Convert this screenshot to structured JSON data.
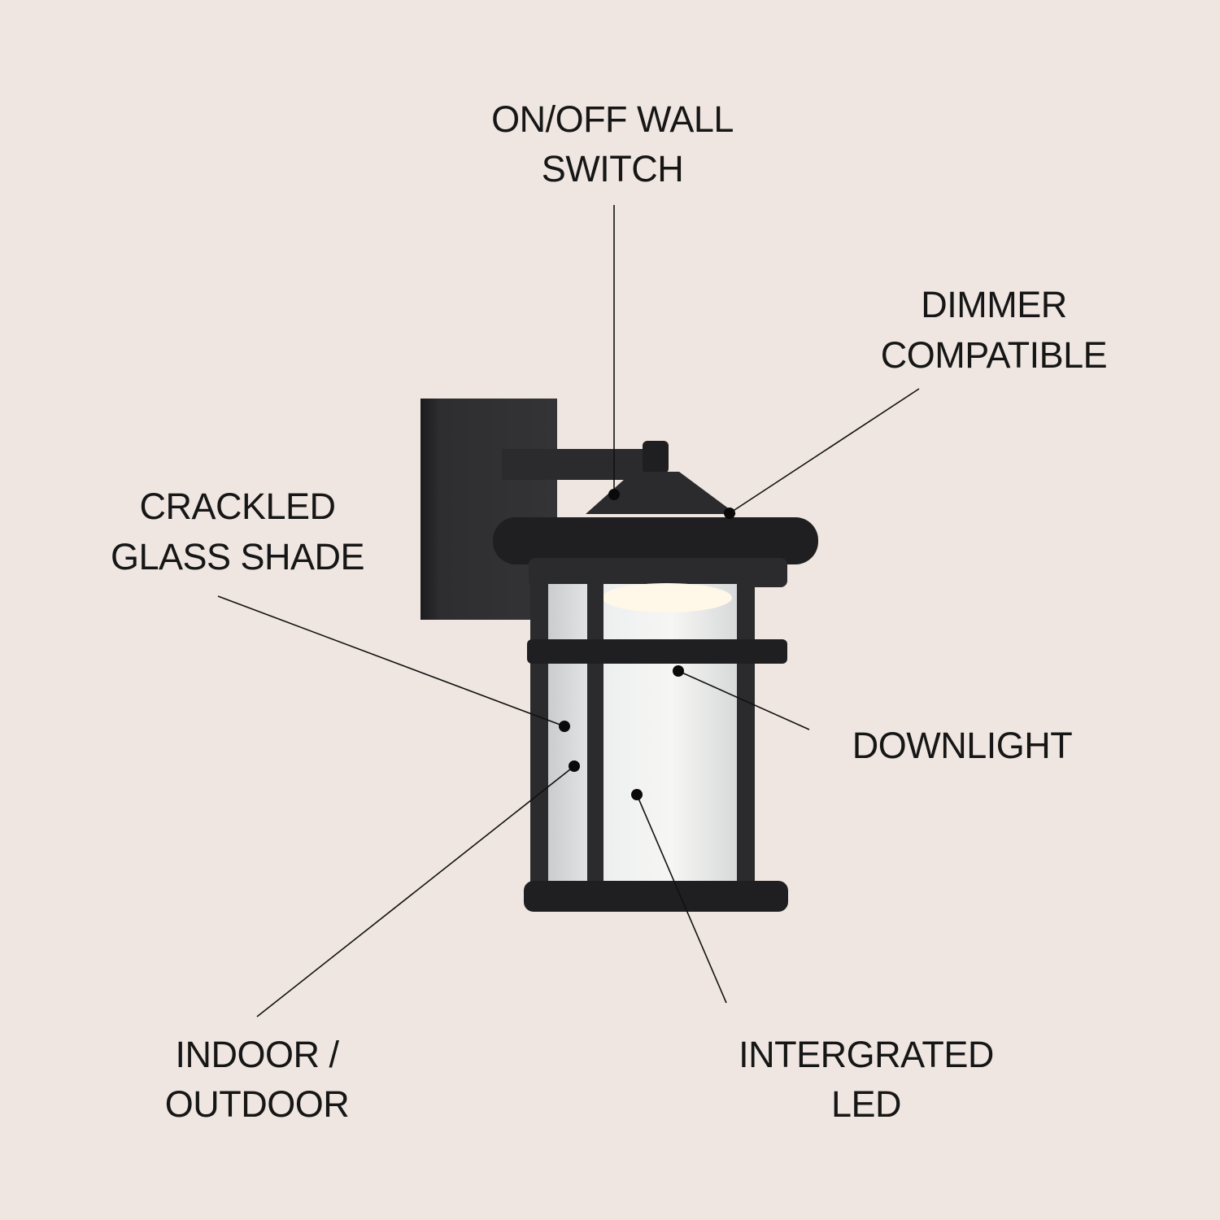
{
  "colors": {
    "background": "#efe6e1",
    "text": "#161616",
    "fixture": "#2b2b2d"
  },
  "callouts": [
    {
      "id": "switch",
      "lines": [
        "ON/OFF WALL",
        "SWITCH"
      ]
    },
    {
      "id": "dimmer",
      "lines": [
        "DIMMER",
        "COMPATIBLE"
      ]
    },
    {
      "id": "glass",
      "lines": [
        "CRACKLED",
        "GLASS SHADE"
      ]
    },
    {
      "id": "downlight",
      "lines": [
        "DOWNLIGHT"
      ]
    },
    {
      "id": "indoor",
      "lines": [
        "INDOOR /",
        "OUTDOOR"
      ]
    },
    {
      "id": "led",
      "lines": [
        "INTERGRATED",
        "LED"
      ]
    }
  ]
}
